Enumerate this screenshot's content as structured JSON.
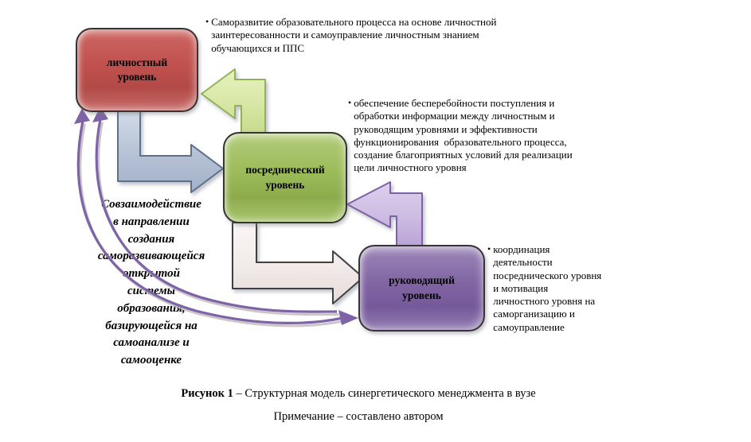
{
  "diagram": {
    "boxes": {
      "personal": {
        "label": "личностный\nуровень"
      },
      "intermediary": {
        "label": "посреднический\nуровень"
      },
      "managing": {
        "label": "руководящий\nуровень"
      }
    },
    "bullet_char": "•",
    "bullets": {
      "personal": "Саморазвитие образовательного процесса на основе личностной\nзаинтересованности и самоуправление личностным знанием\nобучающихся и ППС",
      "intermediary": "обеспечение бесперебойности поступления и\nобработки информации между личностным и\nруководящим уровнями и эффективности\nфункционирования  образовательного процесса,\nсоздание благоприятных условий для реализации\nцели личностного уровня",
      "managing": "координация\nдеятельности\nпосреднического уровня\nи мотивация\nличностного уровня на\nсаморганизацию и\nсамоуправление"
    },
    "side_note": "Совзаимодействие\nв направлении\nсоздания\nсаморазвивающейся\nоткрытой\nсистемы\nобразования,\nбазирующейся на\nсамоанализе и\nсамооценке",
    "colors": {
      "personal_box": "#c0504d",
      "intermediary_box": "#9bbb59",
      "managing_box": "#8064a2",
      "elbow_blue": "#b7c3d6",
      "elbow_green": "#d7e7a5",
      "elbow_pink": "#f1eae9",
      "elbow_purple": "#ccbbe2",
      "feedback_arrow": "#7e64a6"
    }
  },
  "caption": {
    "figure_label": "Рисунок 1",
    "figure_text": " – Структурная модель синергетического менеджмента в вузе",
    "note": "Примечание – составлено автором"
  }
}
